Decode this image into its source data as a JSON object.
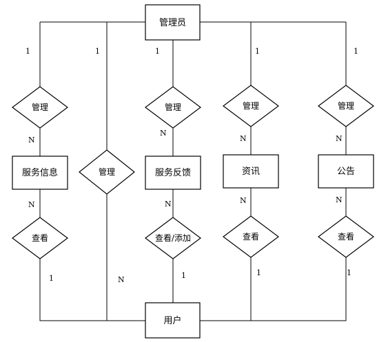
{
  "entities": {
    "admin": "管理员",
    "service_info": "服务信息",
    "feedback": "服务反馈",
    "news": "资讯",
    "notice": "公告",
    "user": "用户"
  },
  "relationships": {
    "manage_service_info": "管理",
    "manage_user": "管理",
    "manage_feedback": "管理",
    "manage_news": "管理",
    "manage_notice": "管理",
    "view_service_info": "查看",
    "view_add_feedback": "查看/添加",
    "view_news": "查看",
    "view_notice": "查看"
  },
  "cardinalities": {
    "admin_service_info": "1",
    "admin_user": "1",
    "admin_feedback": "1",
    "admin_news": "1",
    "admin_notice": "1",
    "service_info_from_manage": "N",
    "feedback_from_manage": "N",
    "news_from_manage": "N",
    "notice_from_manage": "N",
    "service_info_to_view": "N",
    "feedback_to_view": "N",
    "news_to_view": "N",
    "notice_to_view": "N",
    "user_service_info": "1",
    "user_admin": "N",
    "user_feedback": "1",
    "user_news": "1",
    "user_notice": "1"
  }
}
